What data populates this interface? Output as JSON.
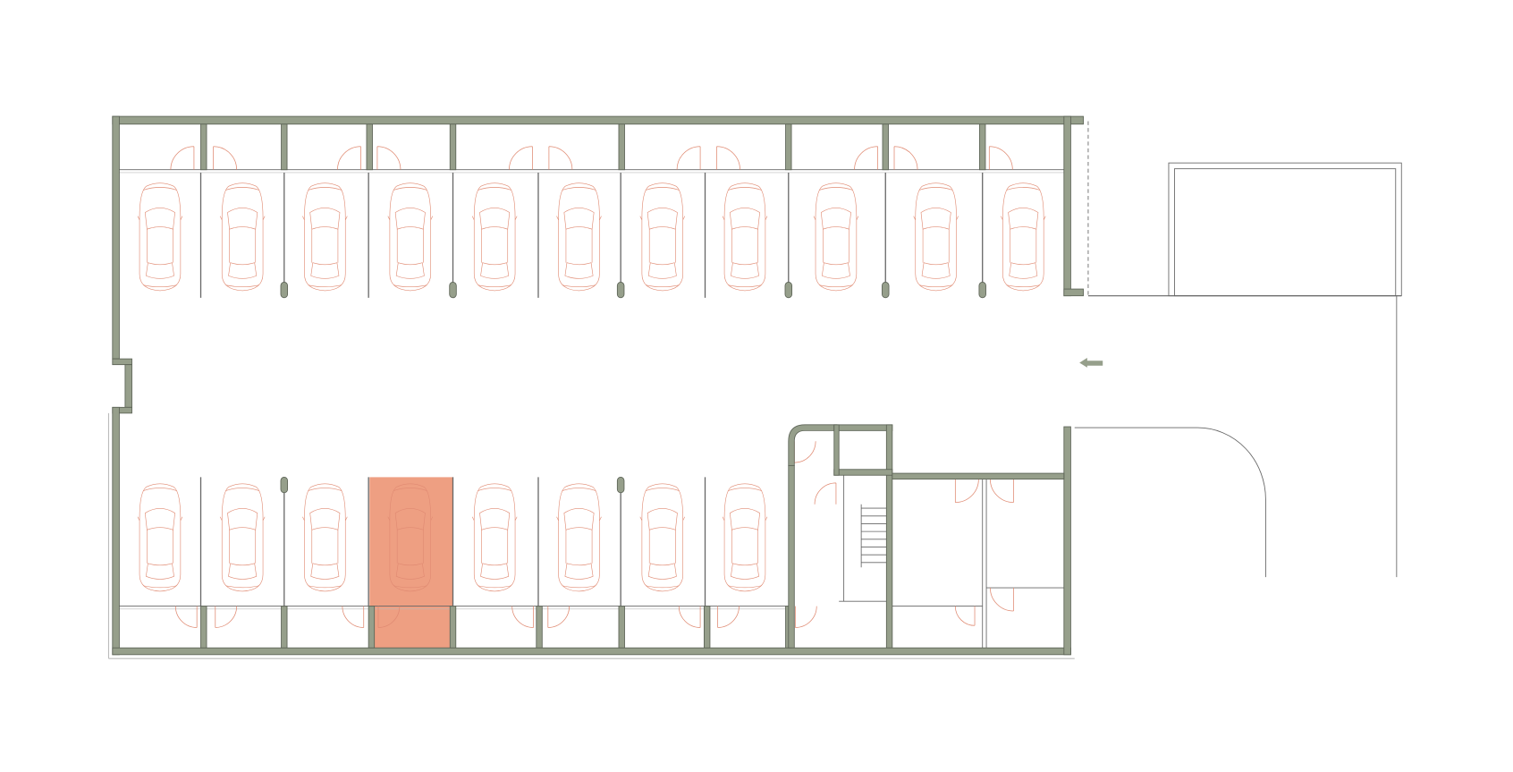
{
  "plan": {
    "type": "parking-garage-floor-plan",
    "top_row_spaces": 11,
    "bottom_row_spaces": 8,
    "highlighted_space": {
      "row": "bottom",
      "number": 4
    },
    "traffic_direction": "left"
  },
  "colors": {
    "wall_fill": "#969f8b",
    "wall_stroke": "#5d6457",
    "car_stroke": "#e08a72",
    "highlight_fill": "#ee9f82",
    "line": "#666666",
    "light_line": "#bbbbbb"
  }
}
